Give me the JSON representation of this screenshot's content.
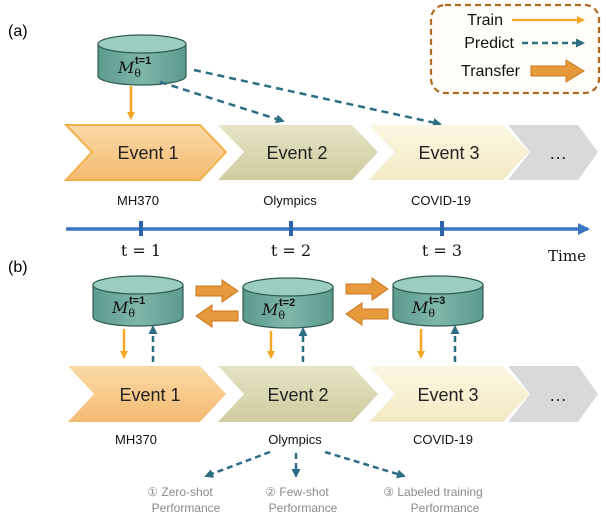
{
  "panel_a": {
    "label": "(a)",
    "model_label": "M",
    "model_sub": "θ",
    "model_sup": "t=1",
    "events": [
      {
        "label": "Event 1",
        "caption": "MH370"
      },
      {
        "label": "Event 2",
        "caption": "Olympics"
      },
      {
        "label": "Event 3",
        "caption": "COVID-19"
      },
      {
        "label": "…",
        "caption": ""
      }
    ]
  },
  "legend": {
    "train": "Train",
    "predict": "Predict",
    "transfer": "Transfer"
  },
  "timeline": {
    "ticks": [
      "t = 1",
      "t = 2",
      "t = 3"
    ],
    "label": "Time"
  },
  "panel_b": {
    "label": "(b)",
    "models": [
      {
        "label": "M",
        "sub": "θ",
        "sup": "t=1"
      },
      {
        "label": "M",
        "sub": "θ",
        "sup": "t=2"
      },
      {
        "label": "M",
        "sub": "θ",
        "sup": "t=3"
      }
    ],
    "events": [
      {
        "label": "Event 1",
        "caption": "MH370"
      },
      {
        "label": "Event 2",
        "caption": "Olympics"
      },
      {
        "label": "Event 3",
        "caption": "COVID-19"
      },
      {
        "label": "…",
        "caption": ""
      }
    ],
    "performance": [
      {
        "line1": "① Zero-shot",
        "line2": "Performance"
      },
      {
        "line1": "② Few-shot",
        "line2": "Performance"
      },
      {
        "line1": "③ Labeled training",
        "line2": "Performance"
      }
    ]
  },
  "colors": {
    "train": "#f5a623",
    "predict": "#2e6e84",
    "timeline": "#3b76c4",
    "cylinder_fill": "#6ea89c",
    "cylinder_top": "#8cc0b4",
    "event1": "#f8cc8c",
    "event2": "#dcdab4",
    "event3": "#f8f2d4",
    "event_more": "#d9d9d9",
    "legend_border": "#b06a1e",
    "transfer_fill": "#e79a3c"
  }
}
